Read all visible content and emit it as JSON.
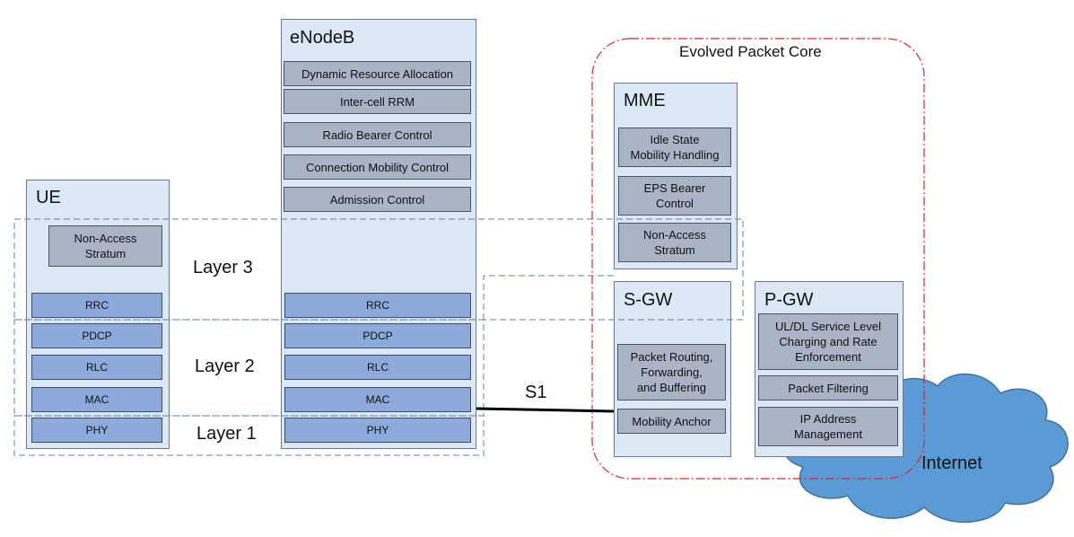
{
  "ue": {
    "title": "UE",
    "nas": "Non-Access\nStratum",
    "rrc": "RRC",
    "pdcp": "PDCP",
    "rlc": "RLC",
    "mac": "MAC",
    "phy": "PHY"
  },
  "enodeb": {
    "title": "eNodeB",
    "functions": [
      "Dynamic Resource Allocation",
      "Inter-cell RRM",
      "Radio Bearer Control",
      "Connection Mobility Control",
      "Admission Control"
    ],
    "rrc": "RRC",
    "pdcp": "PDCP",
    "rlc": "RLC",
    "mac": "MAC",
    "phy": "PHY"
  },
  "layers": {
    "layer3": "Layer 3",
    "layer2": "Layer 2",
    "layer1": "Layer 1"
  },
  "s1_label": "S1",
  "epc": {
    "title": "Evolved  Packet Core",
    "mme": {
      "title": "MME",
      "items": [
        "Idle State\nMobility Handling",
        "EPS Bearer\nControl",
        "Non-Access\nStratum"
      ]
    },
    "sgw": {
      "title": "S-GW",
      "items": [
        "Packet Routing,\nForwarding,\nand Buffering",
        "Mobility Anchor"
      ]
    },
    "pgw": {
      "title": "P-GW",
      "items": [
        "UL/DL Service Level\nCharging and Rate\nEnforcement",
        "Packet Filtering",
        "IP Address\nManagement"
      ]
    }
  },
  "internet_label": "Internet",
  "colors": {
    "panel": "#dce8f5",
    "gray_box": "#aab4c6",
    "blue_box": "#8ea9db",
    "epc_border": "#e0222a",
    "layer_dash": "#5b7fa6",
    "cloud": "#5b9bd5"
  }
}
